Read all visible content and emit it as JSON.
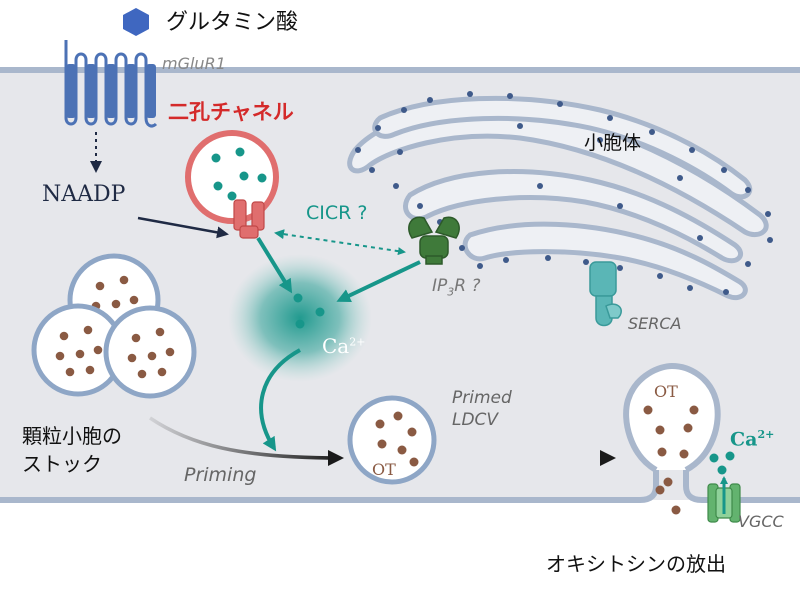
{
  "labels": {
    "glutamate": "グルタミン酸",
    "mglur1": "mGluR1",
    "tpc": "二孔チャネル",
    "naadp": "NAADP",
    "cicr": "CICR ?",
    "er": "小胞体",
    "ip3r_main": "IP",
    "ip3r_sub": "3",
    "ip3r_tail": "R ?",
    "ca": "Ca",
    "ca_sup": "2+",
    "serca": "SERCA",
    "granule_line1": "顆粒小胞の",
    "granule_line2": "ストック",
    "priming": "Priming",
    "primed_line1": "Primed",
    "primed_line2": "LDCV",
    "ot_vesicle": "OT",
    "ot_fusing": "OT",
    "ca_release": "Ca",
    "ca_release_sup": "2+",
    "vgcc": "VGCC",
    "oxytocin_release": "オキシトシンの放出"
  },
  "colors": {
    "cytoplasm": "#e6e7eb",
    "membrane": "#a9b7cc",
    "receptor": "#4c72b5",
    "tpc_ring": "#e06e6e",
    "tpc_red_text": "#d42a2a",
    "teal": "#17968a",
    "ip3r": "#3f7a3a",
    "serca": "#5ab6b6",
    "er_dot": "#3f5a8a",
    "vesicle_ring": "#8ea6c6",
    "brown_dot": "#8a5a43",
    "vgcc": "#63b36f",
    "arrow_dark": "#1a1a1a"
  }
}
